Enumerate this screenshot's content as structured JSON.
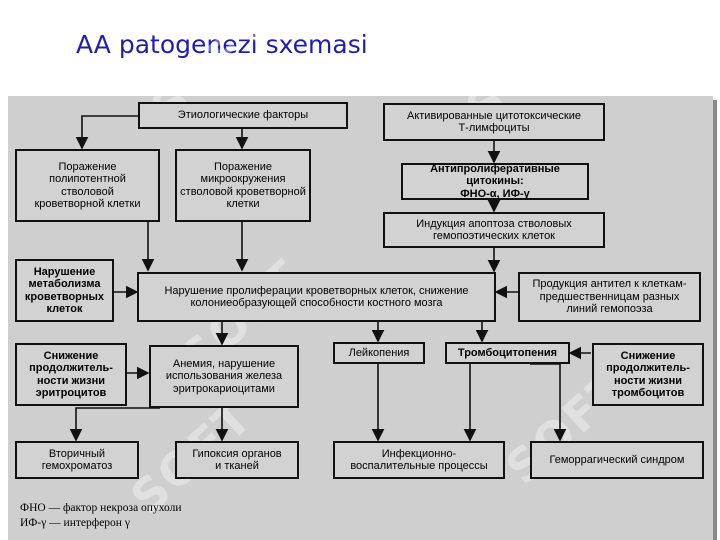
{
  "title": "AA patogenezi sxemasi",
  "nodes": {
    "etiology": "Этиологические факторы",
    "activated_t": "Активированные цитотоксические\nТ-лимфоциты",
    "pluripotent": "Поражение\nполипотентной\nстволовой\nкроветворной клетки",
    "microenv": "Поражение\nмикроокружения\nстволовой кроветворной\nклетки",
    "cytokines": "Антипролиферативные цитокины:\nФНО-α, ИФ-γ",
    "apoptosis": "Индукция апоптоза стволовых\nгемопоэтических клеток",
    "metabolism": "Нарушение\nметаболизма\nкроветворных\nклеток",
    "proliferation": "Нарушение пролиферации кроветворных клеток, снижение\nколониеобразующей способности костного мозга",
    "antibodies": "Продукция антител к клеткам-\nпредшественницам разных\nлиний гемопоэза",
    "erythro_life": "Снижение\nпродолжитель-\nности жизни\nэритроцитов",
    "anemia": "Анемия, нарушение\nиспользования железа\nэритрокариоцитами",
    "leukopenia": "Лейкопения",
    "thrombocytopenia": "Тромбоцитопения",
    "thrombo_life": "Снижение\nпродолжитель-\nности жизни\nтромбоцитов",
    "hemochromatosis": "Вторичный\nгемохроматоз",
    "hypoxia": "Гипоксия органов\nи тканей",
    "infection": "Инфекционно-\nвоспалительные процессы",
    "hemorrhagic": "Геморрагический синдром"
  },
  "legend": {
    "tnf": "ФНО  —  фактор некроза опухоли",
    "ifn": "ИФ-γ — интерферон γ"
  },
  "watermark": "SOFT",
  "colors": {
    "title": "#1f1fa8",
    "panel": "#cfcfcf",
    "box": "#d2d2d2",
    "line": "#111111"
  }
}
